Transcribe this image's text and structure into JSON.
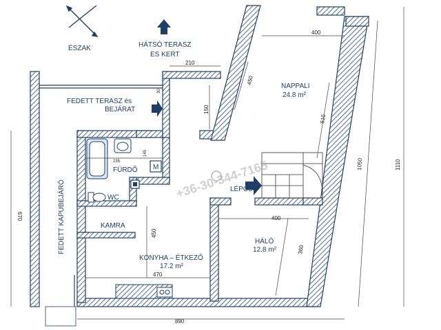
{
  "compass": {
    "label": "ÉSZAK"
  },
  "rooms": {
    "back_terrace": {
      "line1": "HÁTSÓ  TERASZ",
      "line2": "ES KERT"
    },
    "covered_terrace": {
      "line1": "FEDETT TERASZ és",
      "line2": "BEJÁRAT"
    },
    "living": {
      "name": "NAPPALI",
      "area": "24.8 m²"
    },
    "bathroom": {
      "name": "FÜRDŐ"
    },
    "wc": {
      "name": "WC"
    },
    "stairs": {
      "name": "LÉPCSŐ"
    },
    "pantry": {
      "name": "KAMRA"
    },
    "bedroom": {
      "name": "HÁLÓ",
      "area": "12.8 m²"
    },
    "kitchen": {
      "name": "KONYHA – ÉTKEZŐ",
      "area": "17.2 m²"
    },
    "gateway": {
      "name": "FEDETT KAPUBEJÁRÓ"
    },
    "m_label": "M"
  },
  "dimensions": {
    "d210": "210",
    "d30": "30",
    "d150": "150",
    "d400_top": "400",
    "d450_living": "450",
    "d510": "510",
    "d1050": "1050",
    "d1110": "1110",
    "d670": "670",
    "d235": "235",
    "d145": "145",
    "d400_bed": "400",
    "d360": "360",
    "d450_kitchen": "450",
    "d470": "470",
    "d890": "890"
  },
  "watermark": "+36-30-344-7165",
  "colors": {
    "wall": "#1f3f66",
    "text": "#1f3f66",
    "arrow": "#1f3f66"
  }
}
